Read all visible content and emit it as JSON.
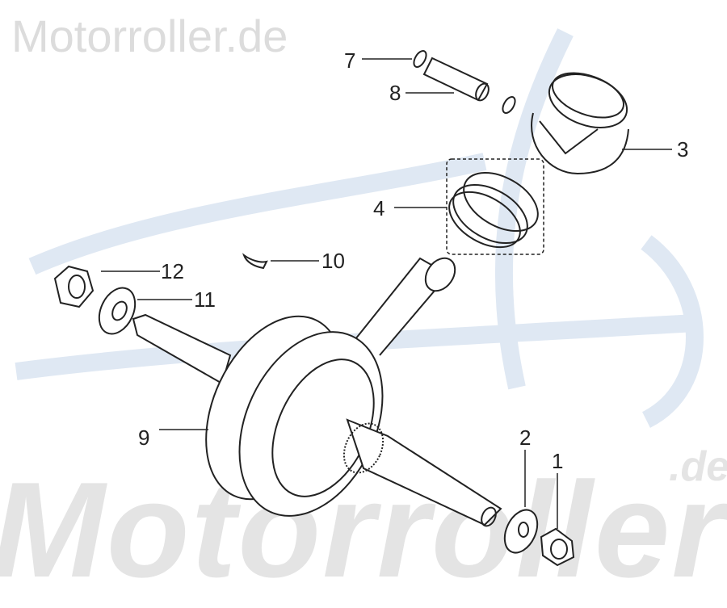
{
  "watermark": {
    "top": "Motorroller.de",
    "bottom": "Motorroller",
    "bottom_suffix": ".de"
  },
  "callouts": [
    {
      "number": "7",
      "part": "piston-pin-clip"
    },
    {
      "number": "8",
      "part": "piston-pin"
    },
    {
      "number": "3",
      "part": "piston"
    },
    {
      "number": "4",
      "part": "piston-ring-set"
    },
    {
      "number": "10",
      "part": "woodruff-key"
    },
    {
      "number": "12",
      "part": "nut"
    },
    {
      "number": "11",
      "part": "washer"
    },
    {
      "number": "9",
      "part": "crankshaft"
    },
    {
      "number": "2",
      "part": "washer"
    },
    {
      "number": "1",
      "part": "nut"
    }
  ],
  "colors": {
    "line": "#222222",
    "watermark": "#e4e4e4",
    "logo_blue": "#dfe8f3"
  }
}
